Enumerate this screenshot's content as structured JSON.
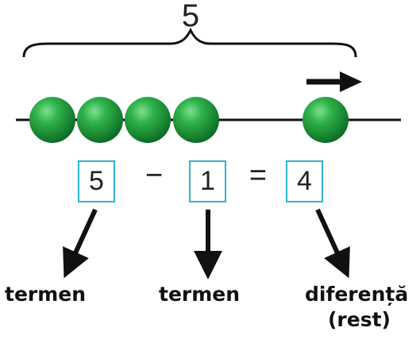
{
  "total": "5",
  "equation": {
    "minuend": "5",
    "minus_sign": "−",
    "subtrahend": "1",
    "equals_sign": "=",
    "difference": "4"
  },
  "labels": {
    "minuend": "termen",
    "subtrahend": "termen",
    "difference_line1": "diferență",
    "difference_line2": "(rest)"
  },
  "beads": {
    "count_remaining": 4,
    "count_removed": 1,
    "color": "#1a9a3a"
  },
  "colors": {
    "box_border": "#2fb3cf",
    "line": "#111111"
  },
  "icons": {
    "moving_arrow": "arrow-right-icon"
  }
}
